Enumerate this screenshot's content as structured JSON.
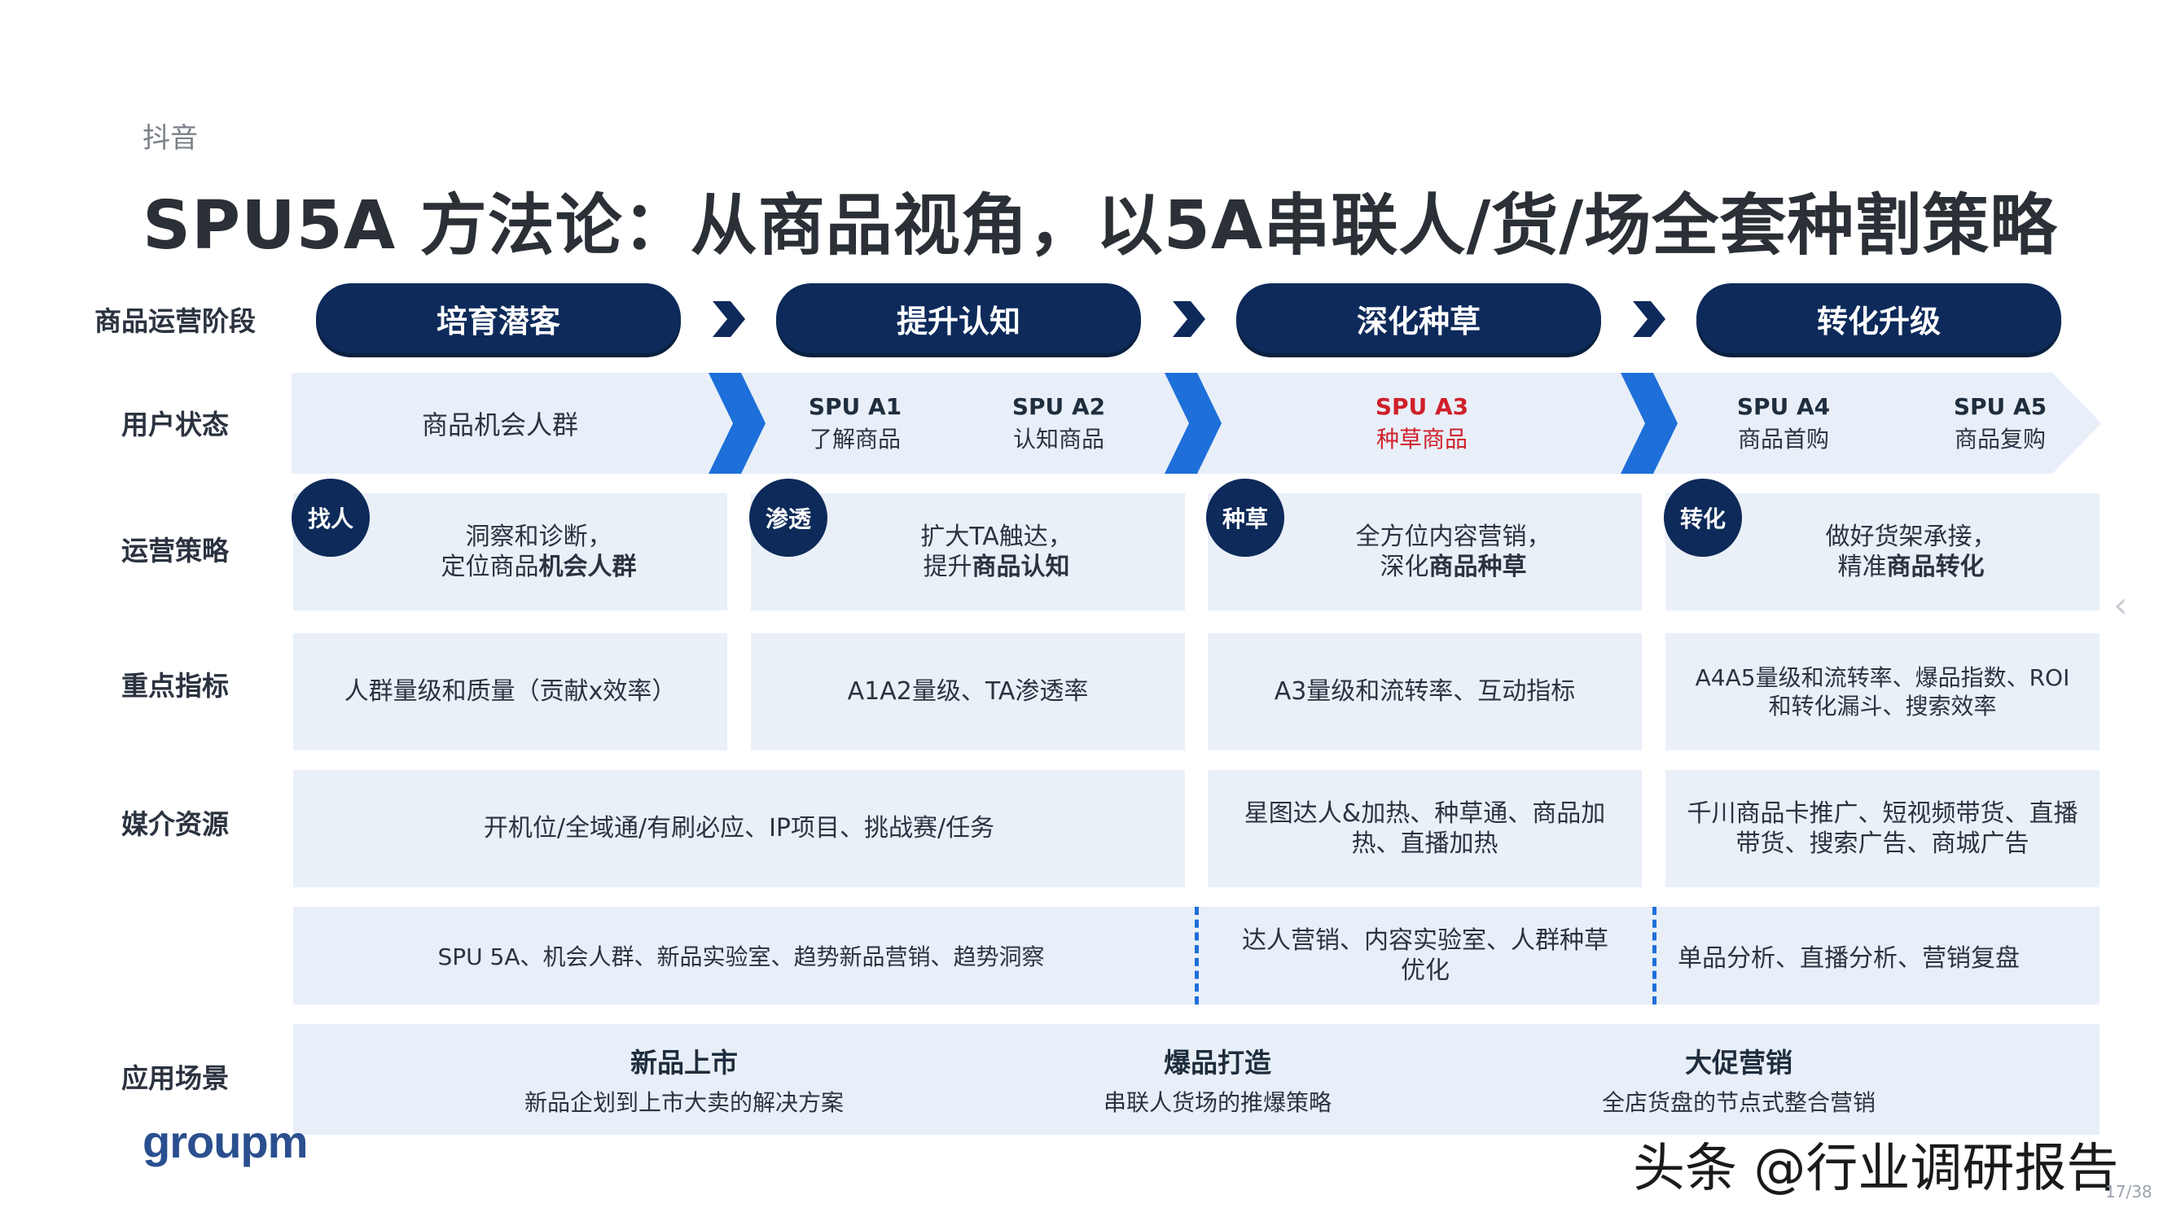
{
  "header": {
    "brand": "抖音",
    "title": "SPU5A 方法论：从商品视角，以5A串联人/货/场全套种割策略"
  },
  "row_labels": {
    "stage": "商品运营阶段",
    "user_state": "用户状态",
    "strategy": "运营策略",
    "metrics": "重点指标",
    "media": "媒介资源",
    "scenario": "应用场景"
  },
  "stages": [
    "培育潜客",
    "提升认知",
    "深化种草",
    "转化升级"
  ],
  "user_state": {
    "s1": "商品机会人群",
    "a1": {
      "code": "SPU A1",
      "desc": "了解商品"
    },
    "a2": {
      "code": "SPU A2",
      "desc": "认知商品"
    },
    "a3": {
      "code": "SPU A3",
      "desc": "种草商品"
    },
    "a4": {
      "code": "SPU A4",
      "desc": "商品首购"
    },
    "a5": {
      "code": "SPU A5",
      "desc": "商品复购"
    }
  },
  "strategy": [
    {
      "badge": "找人",
      "line1": "洞察和诊断，",
      "line2_pre": "定位商品",
      "line2_bold": "机会人群"
    },
    {
      "badge": "渗透",
      "line1": "扩大TA触达，",
      "line2_pre": "提升",
      "line2_bold": "商品认知"
    },
    {
      "badge": "种草",
      "line1": "全方位内容营销，",
      "line2_pre": "深化",
      "line2_bold": "商品种草"
    },
    {
      "badge": "转化",
      "line1": "做好货架承接，",
      "line2_pre": "精准",
      "line2_bold": "商品转化"
    }
  ],
  "metrics": [
    {
      "text": "人群量级和质量（贡献x效率）"
    },
    {
      "text": "A1A2量级、TA渗透率"
    },
    {
      "text": "A3量级和流转率、互动指标"
    },
    {
      "line1": "A4A5量级和流转率、爆品指数、ROI",
      "line2": "和转化漏斗、搜索效率"
    }
  ],
  "media": [
    {
      "text": "开机位/全域通/有刷必应、IP项目、挑战赛/任务"
    },
    {
      "line1": "星图达人&加热、种草通、商品加",
      "line2": "热、直播加热"
    },
    {
      "line1": "千川商品卡推广、短视频带货、直播",
      "line2": "带货、搜索广告、商城广告"
    }
  ],
  "tools": [
    {
      "text": "SPU 5A、机会人群、新品实验室、趋势新品营销、趋势洞察"
    },
    {
      "line1": "达人营销、内容实验室、人群种草",
      "line2": "优化"
    },
    {
      "text": "单品分析、直播分析、营销复盘"
    }
  ],
  "scenarios": [
    {
      "title": "新品上市",
      "sub": "新品企划到上市大卖的解决方案"
    },
    {
      "title": "爆品打造",
      "sub": "串联人货场的推爆策略"
    },
    {
      "title": "大促营销",
      "sub": "全店货盘的节点式整合营销"
    }
  ],
  "footer": {
    "logo": "groupm",
    "watermark": "头条 @行业调研报告",
    "page": "17/38"
  },
  "colors": {
    "navy": "#0d2a5a",
    "arrow_blue": "#1e6fd9",
    "band_bg": "#e8eff9",
    "highlight_red": "#d0202a"
  }
}
